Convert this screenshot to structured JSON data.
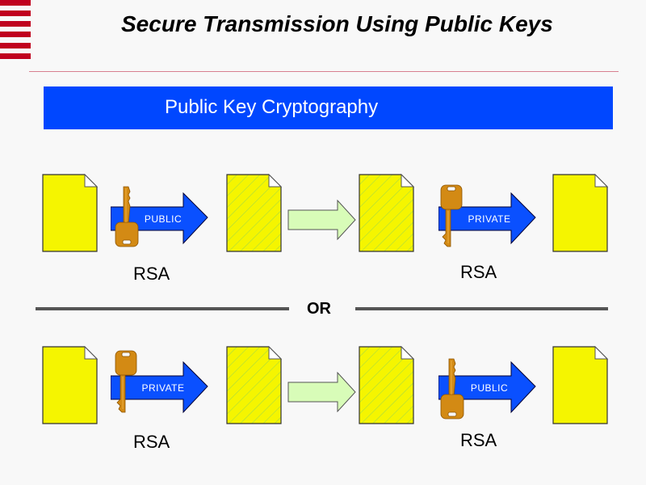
{
  "slide": {
    "title": "Secure Transmission Using Public Keys",
    "banner": "Public Key Cryptography",
    "separator_label": "OR"
  },
  "flows": [
    {
      "encrypt_key_label": "PUBLIC",
      "decrypt_key_label": "PRIVATE",
      "encrypt_algorithm": "RSA",
      "decrypt_algorithm": "RSA"
    },
    {
      "encrypt_key_label": "PRIVATE",
      "decrypt_key_label": "PUBLIC",
      "encrypt_algorithm": "RSA",
      "decrypt_algorithm": "RSA"
    }
  ],
  "colors": {
    "accent_red": "#c0001e",
    "banner_blue": "#0047ff",
    "arrow_blue": "#0a50ff",
    "document_yellow": "#f5f500",
    "transfer_arrow_green": "#d8fcb8",
    "key_gold": "#d38a14"
  },
  "icons": {
    "plain_document": "document-icon",
    "encrypted_document": "hatched-document-icon",
    "key": "key-icon",
    "transfer": "arrow-right-icon"
  }
}
